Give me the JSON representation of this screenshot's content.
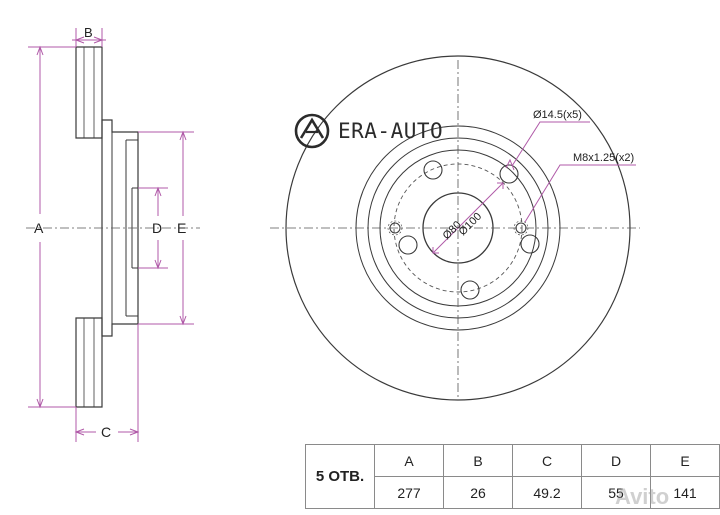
{
  "labels": {
    "a": "A",
    "b": "B",
    "c": "C",
    "d": "D",
    "e": "E",
    "bolt_hole": "Ø14.5(x5)",
    "thread_hole": "M8x1.25(x2)",
    "pcd": "Ø100",
    "center_bore": "Ø80"
  },
  "logo": {
    "text": "ERA-AUTO"
  },
  "spec_table": {
    "holes_label": "5 ОТВ.",
    "headers": [
      "A",
      "B",
      "C",
      "D",
      "E"
    ],
    "values": [
      "277",
      "26",
      "49.2",
      "55",
      "141"
    ]
  },
  "watermark": {
    "text": "Avito"
  },
  "colors": {
    "dimension": "#b05aa8",
    "outline": "#3a3a3a"
  }
}
